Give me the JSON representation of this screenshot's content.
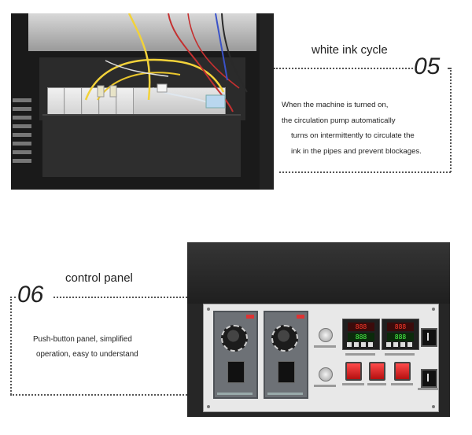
{
  "section_05": {
    "number": "05",
    "title": "white ink cycle",
    "description": [
      "When the machine is turned on,",
      "the circulation pump automatically",
      "turns on intermittently to circulate the",
      "ink in the pipes and prevent blockages."
    ]
  },
  "section_06": {
    "number": "06",
    "title": "control panel",
    "description": [
      "Push-button panel, simplified",
      "operation, easy to understand"
    ]
  },
  "colors": {
    "text": "#222222",
    "dotted_line": "#555555",
    "indicator_red": "#e02020",
    "panel_plate": "#e8e8e8"
  },
  "icons": {
    "photo_machine_interior": "white-ink-circulation-unit-photo",
    "photo_control_panel": "control-panel-photo"
  }
}
